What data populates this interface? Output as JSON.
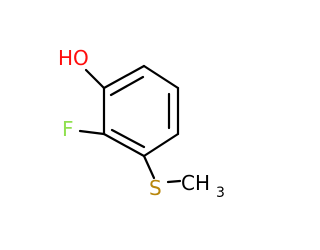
{
  "molecule": {
    "atoms": {
      "hydroxyl": {
        "label": "HO",
        "color": "#ff0d0d"
      },
      "fluorine": {
        "label": "F",
        "color": "#90e050"
      },
      "sulfur": {
        "label": "S",
        "color": "#b8860b"
      },
      "methyl": {
        "label": "CH",
        "subscript": "3",
        "color": "#000000"
      }
    },
    "bond_color": "#000000"
  }
}
